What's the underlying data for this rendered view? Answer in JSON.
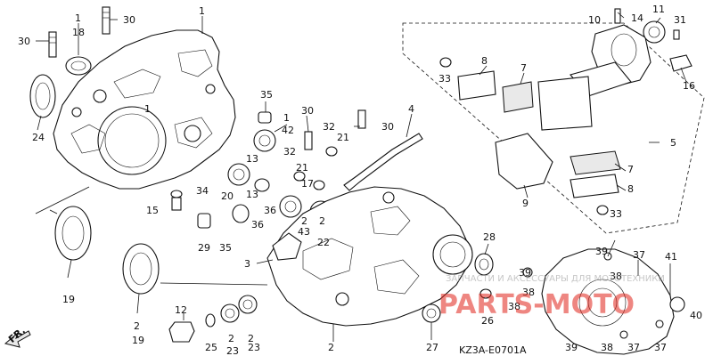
{
  "diagram": {
    "code": "KZ3A-E0701A",
    "fr_label": "FR.",
    "watermark": {
      "line": "ЗАПЧАСТИ И АКСЕССУАРЫ ДЛЯ МОТОТЕХНИКИ",
      "brand": "PARTS-MOTO",
      "brand_color": "#e1251b"
    },
    "labels": [
      {
        "id": "l1",
        "text": "1"
      },
      {
        "id": "l2",
        "text": "30"
      },
      {
        "id": "l3",
        "text": "1"
      },
      {
        "id": "l4",
        "text": "18"
      },
      {
        "id": "l5",
        "text": "30"
      },
      {
        "id": "l6",
        "text": "24"
      },
      {
        "id": "l7",
        "text": "35"
      },
      {
        "id": "l8",
        "text": "1"
      },
      {
        "id": "l9",
        "text": "42"
      },
      {
        "id": "l10",
        "text": "30"
      },
      {
        "id": "l11",
        "text": "32"
      },
      {
        "id": "l12",
        "text": "21"
      },
      {
        "id": "l13",
        "text": "30"
      },
      {
        "id": "l14",
        "text": "4"
      },
      {
        "id": "l15",
        "text": "13"
      },
      {
        "id": "l16",
        "text": "32"
      },
      {
        "id": "l17",
        "text": "21"
      },
      {
        "id": "l18",
        "text": "34"
      },
      {
        "id": "l19",
        "text": "20"
      },
      {
        "id": "l20",
        "text": "13"
      },
      {
        "id": "l21",
        "text": "15"
      },
      {
        "id": "l22",
        "text": "36"
      },
      {
        "id": "l23",
        "text": "17"
      },
      {
        "id": "l24",
        "text": "2"
      },
      {
        "id": "l25",
        "text": "36"
      },
      {
        "id": "l26",
        "text": "43"
      },
      {
        "id": "l27",
        "text": "2"
      },
      {
        "id": "l28",
        "text": "22"
      },
      {
        "id": "l29",
        "text": "35"
      },
      {
        "id": "l30",
        "text": "29"
      },
      {
        "id": "l31",
        "text": "3"
      },
      {
        "id": "l32",
        "text": "1"
      },
      {
        "id": "l33",
        "text": "19"
      },
      {
        "id": "l34",
        "text": "2"
      },
      {
        "id": "l35",
        "text": "19"
      },
      {
        "id": "l36",
        "text": "12"
      },
      {
        "id": "l37",
        "text": "25"
      },
      {
        "id": "l38",
        "text": "2"
      },
      {
        "id": "l39",
        "text": "23"
      },
      {
        "id": "l40",
        "text": "2"
      },
      {
        "id": "l41",
        "text": "23"
      },
      {
        "id": "l42",
        "text": "2"
      },
      {
        "id": "l43",
        "text": "27"
      },
      {
        "id": "l44",
        "text": "28"
      },
      {
        "id": "l45",
        "text": "26"
      },
      {
        "id": "l46",
        "text": "38"
      },
      {
        "id": "l47",
        "text": "38"
      },
      {
        "id": "l48",
        "text": "39"
      },
      {
        "id": "l49",
        "text": "39"
      },
      {
        "id": "l50",
        "text": "37"
      },
      {
        "id": "l51",
        "text": "41"
      },
      {
        "id": "l52",
        "text": "38"
      },
      {
        "id": "l53",
        "text": "40"
      },
      {
        "id": "l54",
        "text": "39"
      },
      {
        "id": "l55",
        "text": "38"
      },
      {
        "id": "l56",
        "text": "37"
      },
      {
        "id": "l57",
        "text": "37"
      },
      {
        "id": "l58",
        "text": "10"
      },
      {
        "id": "l59",
        "text": "14"
      },
      {
        "id": "l60",
        "text": "11"
      },
      {
        "id": "l61",
        "text": "31"
      },
      {
        "id": "l62",
        "text": "33"
      },
      {
        "id": "l63",
        "text": "8"
      },
      {
        "id": "l64",
        "text": "7"
      },
      {
        "id": "l65",
        "text": "16"
      },
      {
        "id": "l66",
        "text": "5"
      },
      {
        "id": "l67",
        "text": "9"
      },
      {
        "id": "l68",
        "text": "7"
      },
      {
        "id": "l69",
        "text": "8"
      },
      {
        "id": "l70",
        "text": "33"
      }
    ]
  }
}
